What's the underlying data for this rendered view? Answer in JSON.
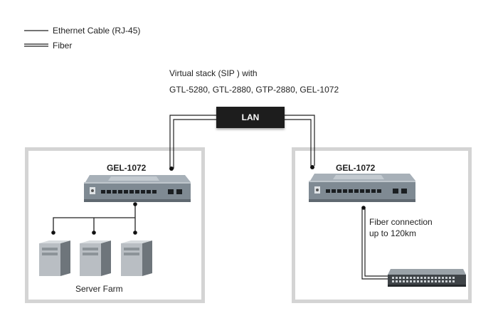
{
  "legend": {
    "ethernet_label": "Ethernet Cable (RJ-45)",
    "fiber_label": "Fiber"
  },
  "caption": {
    "line1": "Virtual stack (SIP ) with",
    "line2": "GTL-5280, GTL-2880, GTP-2880, GEL-1072"
  },
  "lan_label": "LAN",
  "left_group": {
    "switch_label": "GEL-1072",
    "servers_label": "Server Farm"
  },
  "right_group": {
    "switch_label": "GEL-1072",
    "fiber_note_line1": "Fiber connection",
    "fiber_note_line2": "up to 120km"
  },
  "colors": {
    "box_border": "#d4d4d4",
    "lan_fill": "#1d1d1d",
    "cable": "#222222",
    "switch_body": "#7f8a93"
  }
}
